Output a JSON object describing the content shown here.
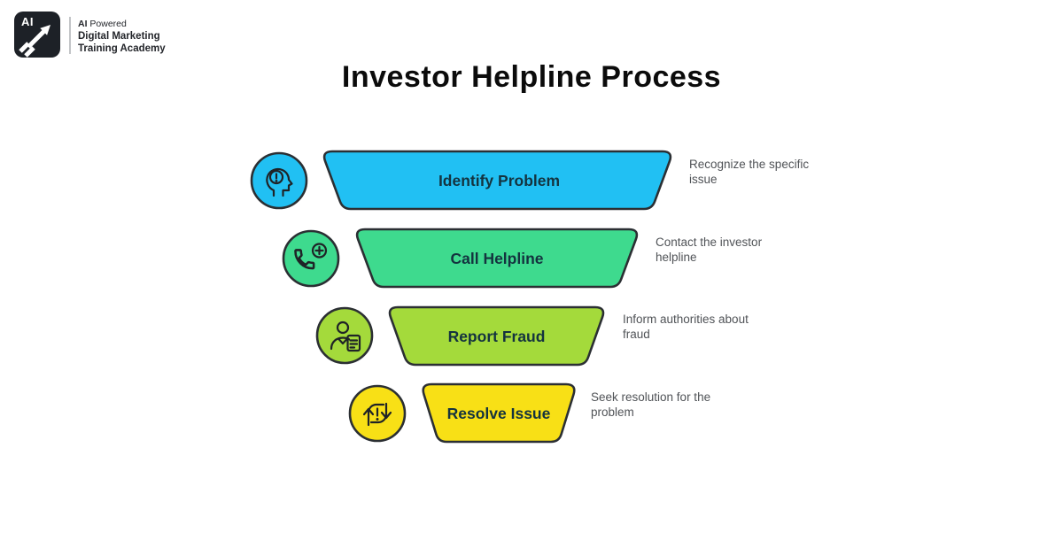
{
  "brand": {
    "mark": "AI",
    "tagline_prefix": "AI",
    "tagline_suffix": " Powered",
    "line2": "Digital Marketing",
    "line3": "Training Academy"
  },
  "title": "Investor Helpline Process",
  "stages": [
    {
      "label": "Identify Problem",
      "description": "Recognize the specific issue",
      "color": "#21C0F3",
      "icon": "head-alert-icon"
    },
    {
      "label": "Call Helpline",
      "description": "Contact the investor helpline",
      "color": "#3EDA8E",
      "icon": "phone-plus-icon"
    },
    {
      "label": "Report Fraud",
      "description": "Inform authorities about fraud",
      "color": "#A4DA3B",
      "icon": "person-report-icon"
    },
    {
      "label": "Resolve Issue",
      "description": "Seek resolution for the problem",
      "color": "#F8E016",
      "icon": "sync-alert-icon"
    }
  ],
  "colors": {
    "outline": "#2B2F33",
    "label_text": "#14333F",
    "description_text": "#505357",
    "title_text": "#0B0B0B"
  }
}
